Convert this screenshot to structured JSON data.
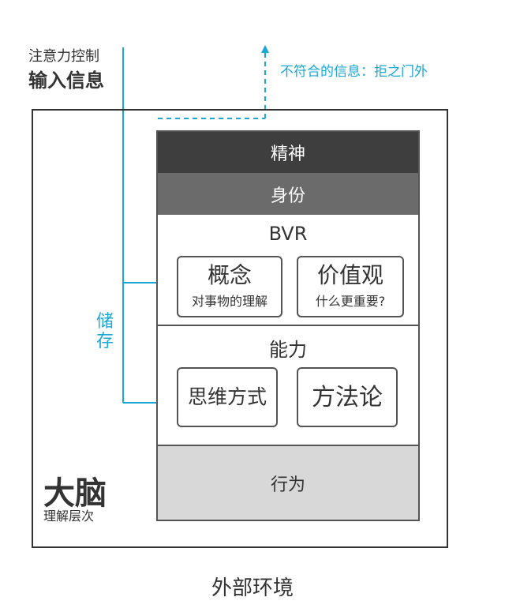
{
  "input": {
    "line1": "注意力控制",
    "line2": "输入信息"
  },
  "reject": {
    "label": "不符合的信息：拒之门外"
  },
  "store": {
    "line1": "储",
    "line2": "存"
  },
  "stack": {
    "spirit": "精神",
    "identity": "身份",
    "bvr": {
      "title": "BVR",
      "cards": [
        {
          "title": "概念",
          "subtitle": "对事物的理解"
        },
        {
          "title": "价值观",
          "subtitle": "什么更重要?"
        }
      ]
    },
    "ability": {
      "title": "能力",
      "cards": [
        {
          "title": "思维方式"
        },
        {
          "title": "方法论"
        }
      ]
    },
    "behavior": "行为"
  },
  "brain": {
    "title": "大脑",
    "subtitle": "理解层次"
  },
  "environment": {
    "label": "外部环境"
  },
  "colors": {
    "accent": "#1aa7d6",
    "spirit_bg": "#3e3e3e",
    "identity_bg": "#6b6b6b",
    "behavior_bg": "#d8d8d8"
  }
}
